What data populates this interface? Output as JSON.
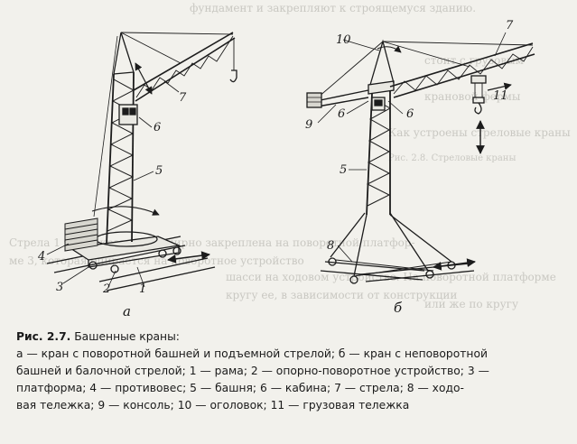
{
  "figure": {
    "labels": {
      "n1": "1",
      "n2": "2",
      "n3": "3",
      "n4": "4",
      "n5": "5",
      "n6": "6",
      "n7": "7",
      "n5b": "5",
      "n6b": "6",
      "n7b": "7",
      "n8": "8",
      "n9": "9",
      "n10": "10",
      "n11": "11",
      "sub_a": "а",
      "sub_b": "б"
    }
  },
  "caption": {
    "title": "Рис. 2.7.",
    "title_rest": " Башенные краны:",
    "line1": "а — кран с поворотной башней и подъемной стрелой; б — кран с неповоротной",
    "line2": "башней и балочной стрелой; 1 — рама; 2 — опорно-поворотное устройство; 3 —",
    "line3": "платформа; 4 — противовес; 5 — башня; 6 — кабина; 7 — стрела; 8 — ходо-",
    "line4": "вая тележка; 9 — консоль; 10 — оголовок; 11 — грузовая тележка"
  },
  "bleed": {
    "t1": "фундамент и закрепляют к строящемуся зданию.",
    "t2": "Как устроены стреловые краны",
    "t3": "Рис. 2.8. Стреловые краны",
    "t4": "Стрела 1 таких кранов шарнирно закреплена на поворотной платфор-",
    "t5": "ме 3, которая опирается на поворотное устройство",
    "t6": "шасси на ходовом устройстве. На поворотной платформе",
    "t7": "кругу ее, в зависимости от конструкции",
    "t8": "или же по кругу",
    "t9": "крановой фермы",
    "t10": "стоит с грузовым"
  }
}
